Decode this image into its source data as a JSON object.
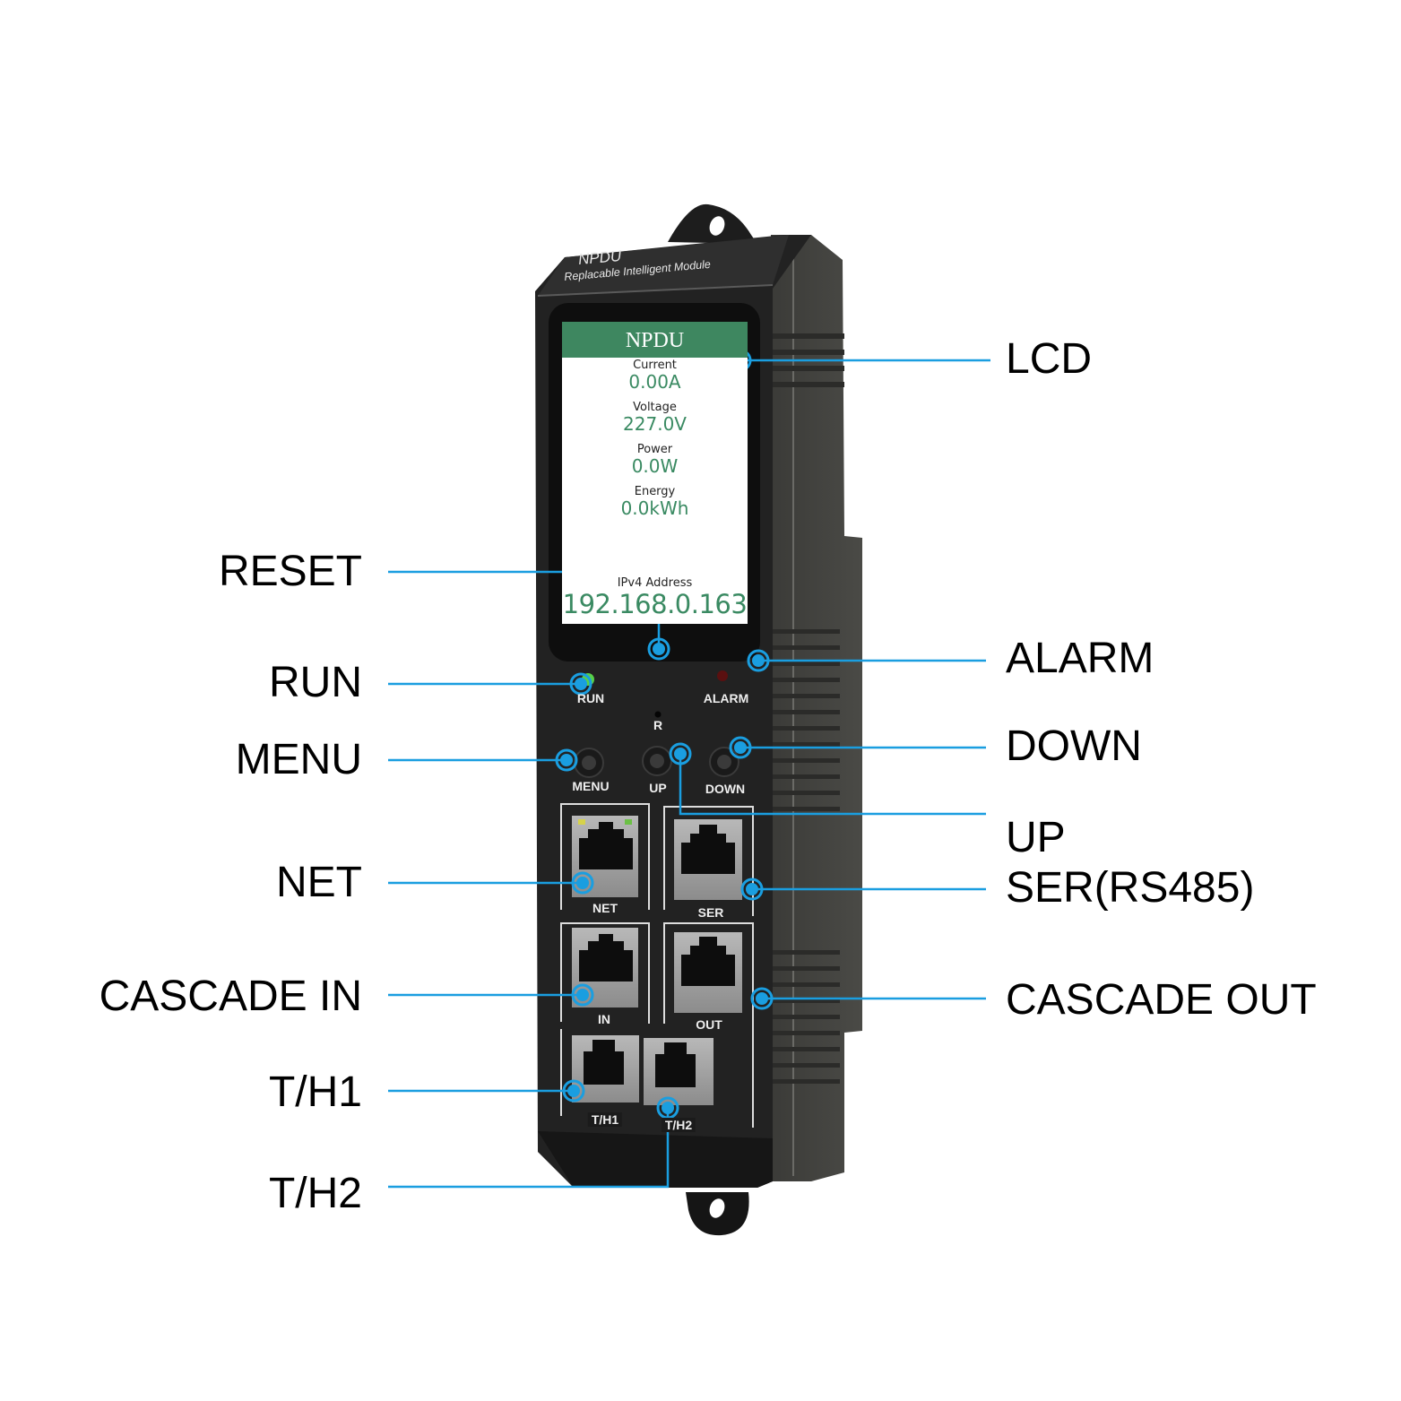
{
  "device": {
    "brand_title": "NPDU",
    "brand_subtitle": "Replacable Intelligent Module",
    "body_color": "#2a2a2a",
    "leader_color": "#1a9ee0"
  },
  "lcd": {
    "header": "NPDU",
    "header_color": "#3e8760",
    "value_color": "#3a8a62",
    "readings": [
      {
        "label": "Current",
        "value": "0.00A"
      },
      {
        "label": "Voltage",
        "value": "227.0V"
      },
      {
        "label": "Power",
        "value": "0.0W"
      },
      {
        "label": "Energy",
        "value": "0.0kWh"
      }
    ],
    "ip_label": "IPv4  Address",
    "ip_value": "192.168.0.163"
  },
  "panel": {
    "run": "RUN",
    "alarm": "ALARM",
    "reset": "R",
    "menu": "MENU",
    "up": "UP",
    "down": "DOWN",
    "net": "NET",
    "ser": "SER",
    "in": "IN",
    "out": "OUT",
    "th1": "T/H1",
    "th2": "T/H2"
  },
  "callouts": {
    "left": [
      {
        "id": "reset",
        "label": "RESET"
      },
      {
        "id": "run",
        "label": "RUN"
      },
      {
        "id": "menu",
        "label": "MENU"
      },
      {
        "id": "net",
        "label": "NET"
      },
      {
        "id": "cascade_in",
        "label": "CASCADE IN"
      },
      {
        "id": "th1",
        "label": "T/H1"
      },
      {
        "id": "th2",
        "label": "T/H2"
      }
    ],
    "right": [
      {
        "id": "lcd",
        "label": "LCD"
      },
      {
        "id": "alarm",
        "label": "ALARM"
      },
      {
        "id": "down",
        "label": "DOWN"
      },
      {
        "id": "up",
        "label": "UP"
      },
      {
        "id": "ser",
        "label": "SER(RS485)"
      },
      {
        "id": "cascade_out",
        "label": "CASCADE OUT"
      }
    ]
  }
}
